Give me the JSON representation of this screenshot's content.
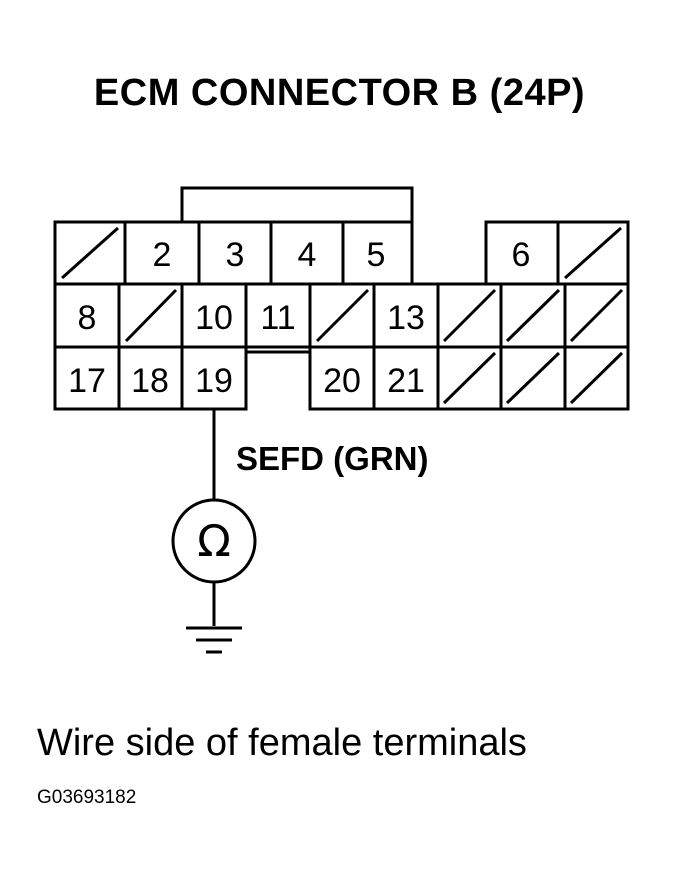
{
  "title": "ECM CONNECTOR B (24P)",
  "connector": {
    "row1": [
      "",
      "2",
      "3",
      "4",
      "5",
      "",
      "6",
      ""
    ],
    "row2": [
      "8",
      "",
      "10",
      "11",
      "",
      "13",
      "",
      "",
      ""
    ],
    "row3": [
      "17",
      "18",
      "19",
      "20",
      "21",
      "",
      "",
      ""
    ]
  },
  "wire_label": "SEFD (GRN)",
  "meter_symbol": "Ω",
  "caption": "Wire side of female terminals",
  "figure_id": "G03693182"
}
